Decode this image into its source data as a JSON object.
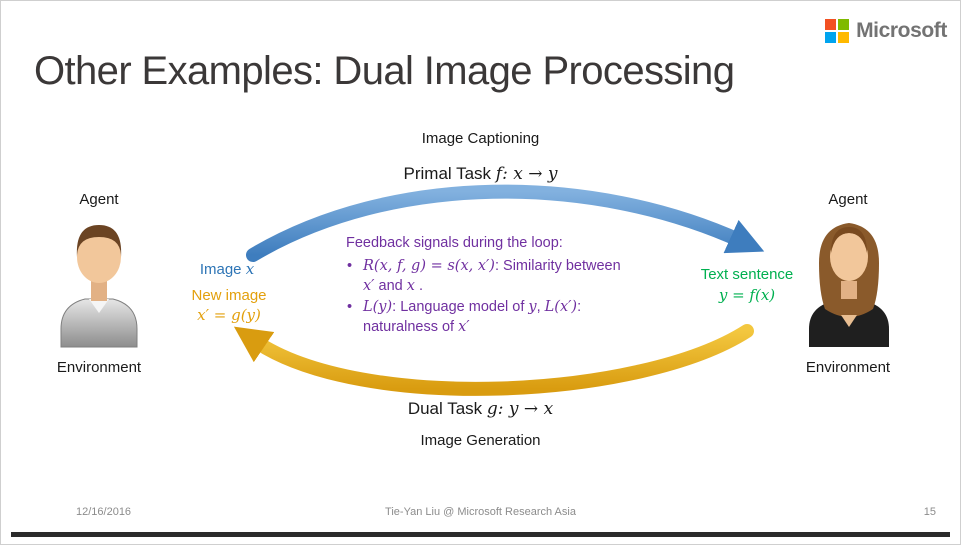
{
  "colors": {
    "primal_arrow": "#4E8FD0",
    "dual_arrow": "#E3A91E",
    "feedback_text": "#7030A0",
    "text_sentence": "#00B050",
    "image_label": "#2E75B6",
    "new_image_label": "#E3A00D",
    "title_text": "#3B3838",
    "footer_text": "#8C8C8C"
  },
  "logo": {
    "brand": "Microsoft",
    "squares": [
      "#F25022",
      "#7FBA00",
      "#00A4EF",
      "#FFB900"
    ]
  },
  "title": "Other Examples: Dual Image Processing",
  "diagram": {
    "top_caption": "Image Captioning",
    "primal_task": {
      "label": "Primal Task",
      "math": "f: x → y"
    },
    "dual_task": {
      "label": "Dual Task",
      "math": "g: y → x"
    },
    "bottom_caption": "Image Generation",
    "left": {
      "agent": "Agent",
      "environment": "Environment",
      "image_label": {
        "segments": [
          {
            "t": "Image "
          },
          {
            "m": "x"
          }
        ]
      },
      "new_image": {
        "line1": "New image",
        "math": "x′ = g(y)"
      }
    },
    "right": {
      "agent": "Agent",
      "environment": "Environment",
      "text_sentence": {
        "line1": "Text sentence",
        "math": "y = f(x)"
      }
    },
    "feedback": {
      "heading": "Feedback signals during the loop:",
      "bullets": [
        {
          "segments": [
            {
              "m": "R(x, f, g) = s(x, x′)"
            },
            {
              "t": ": Similarity between "
            },
            {
              "m": "x′"
            },
            {
              "t": " and "
            },
            {
              "m": "x"
            },
            {
              "t": " ."
            }
          ]
        },
        {
          "segments": [
            {
              "m": "L(y)"
            },
            {
              "t": ": Language model of "
            },
            {
              "m": "y"
            },
            {
              "t": ", "
            },
            {
              "m": "L(x′)"
            },
            {
              "t": ": naturalness of "
            },
            {
              "m": "x′"
            }
          ]
        }
      ]
    }
  },
  "footer": {
    "date": "12/16/2016",
    "credit": "Tie-Yan Liu @ Microsoft Research Asia",
    "slide_number": "15"
  }
}
